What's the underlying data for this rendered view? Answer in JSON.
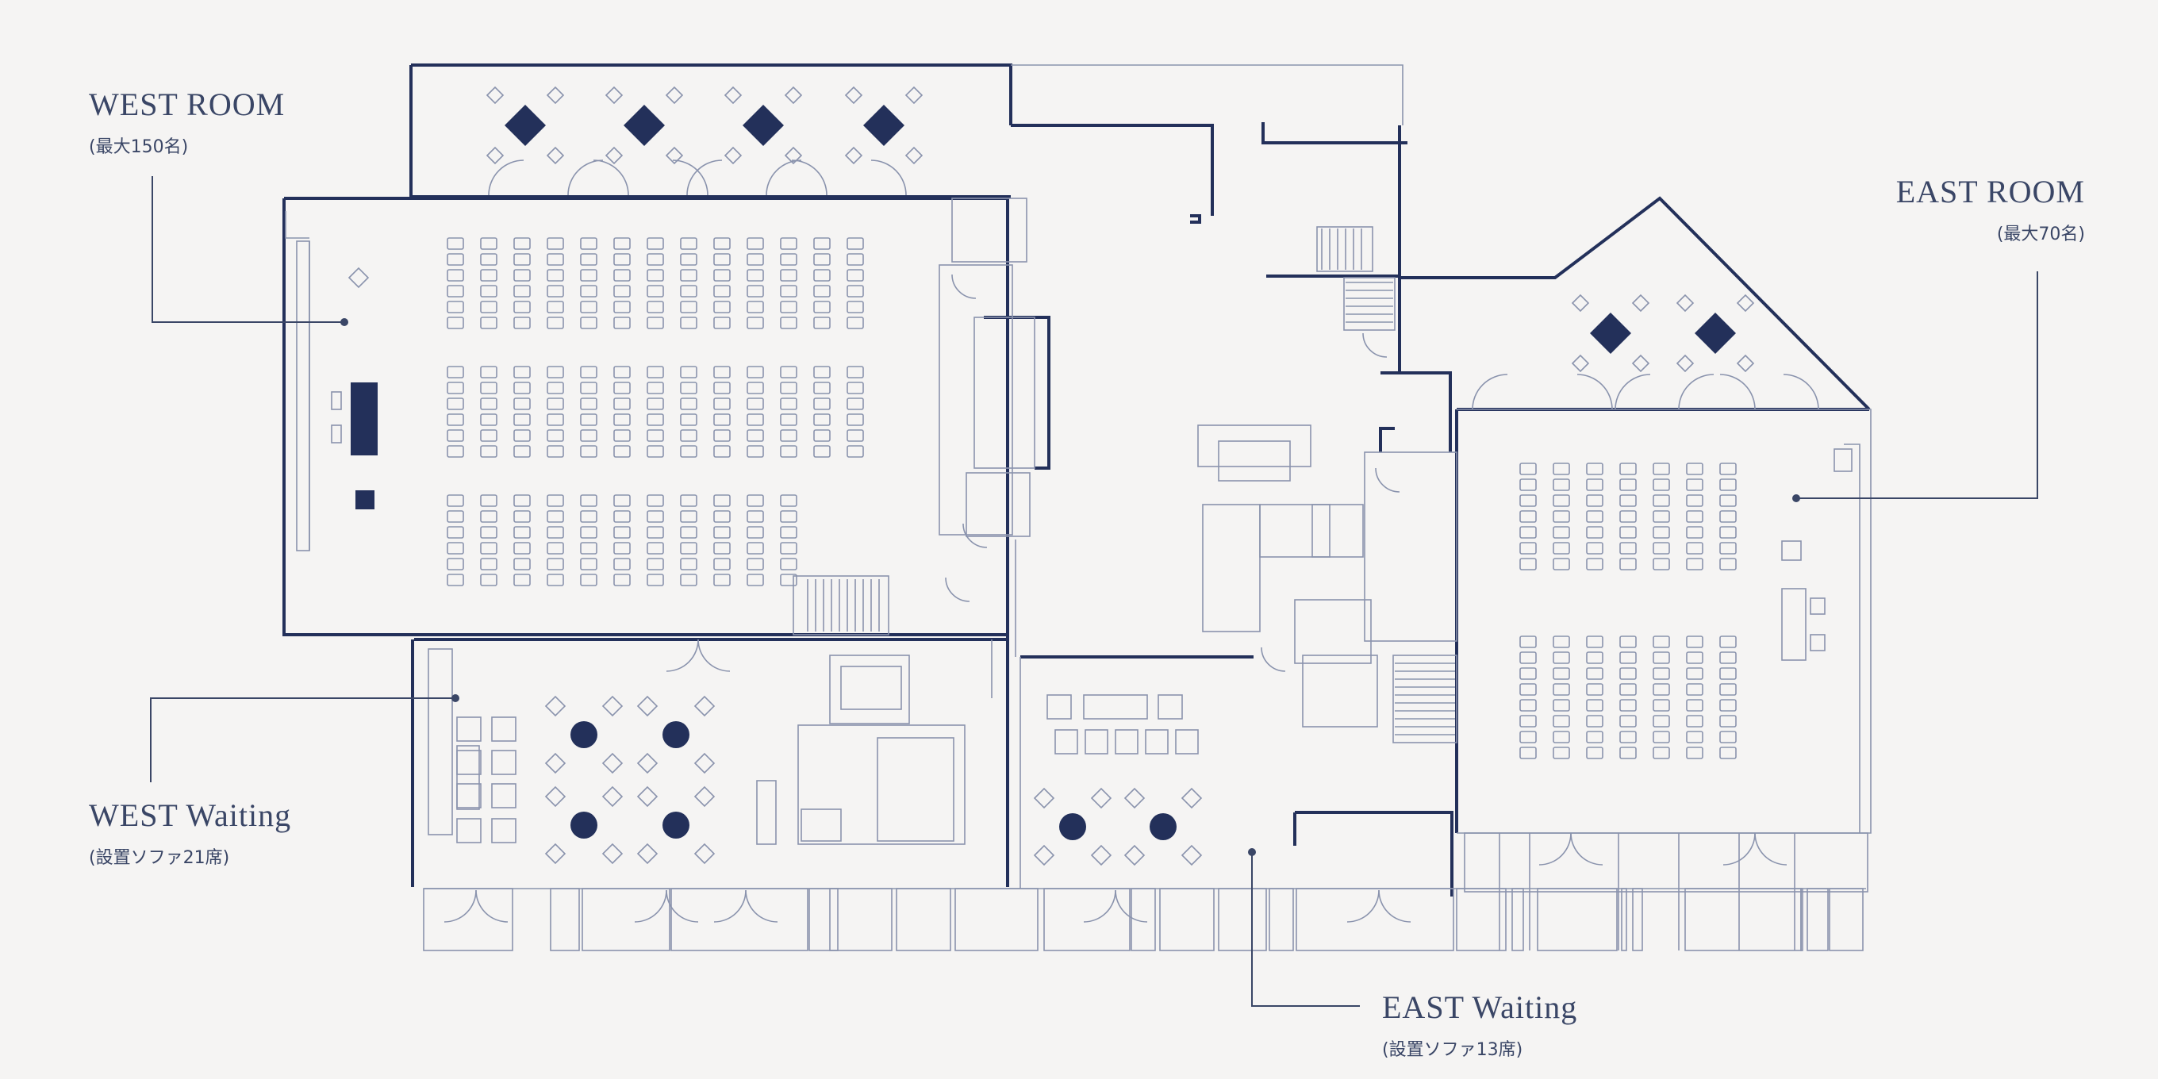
{
  "labels": {
    "west_room": {
      "title": "WEST ROOM",
      "capacity": "(最大150名)"
    },
    "east_room": {
      "title": "EAST ROOM",
      "capacity": "(最大70名)"
    },
    "west_waiting": {
      "title": "WEST Waiting",
      "capacity": "(設置ソファ21席)"
    },
    "east_waiting": {
      "title": "EAST Waiting",
      "capacity": "(設置ソファ13席)"
    }
  },
  "colors": {
    "background": "#f5f4f3",
    "wall": "#23305a",
    "line": "#8a93ad",
    "fill": "#23305a",
    "leader": "#3a4666"
  }
}
